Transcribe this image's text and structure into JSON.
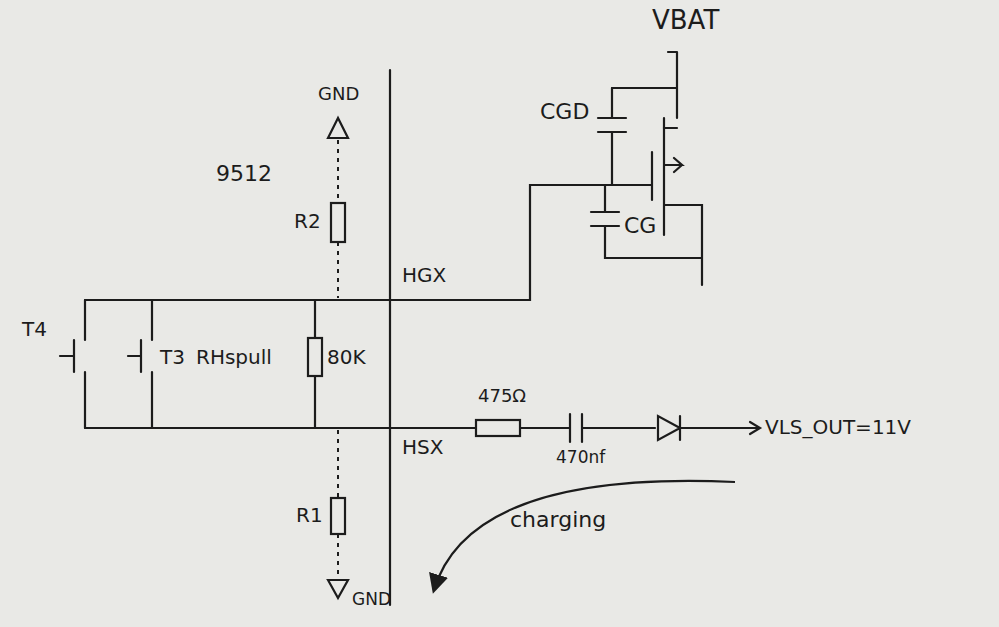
{
  "diagram": {
    "labels": [
      "VBAT",
      "CGD",
      "CG",
      "GND",
      "9512",
      "R2",
      "HGX",
      "T4",
      "T3",
      "RHspull",
      "80K",
      "HSX",
      "475Ω",
      "470nf",
      "VLS_OUT=11V",
      "R1",
      "GND",
      "charging"
    ]
  }
}
